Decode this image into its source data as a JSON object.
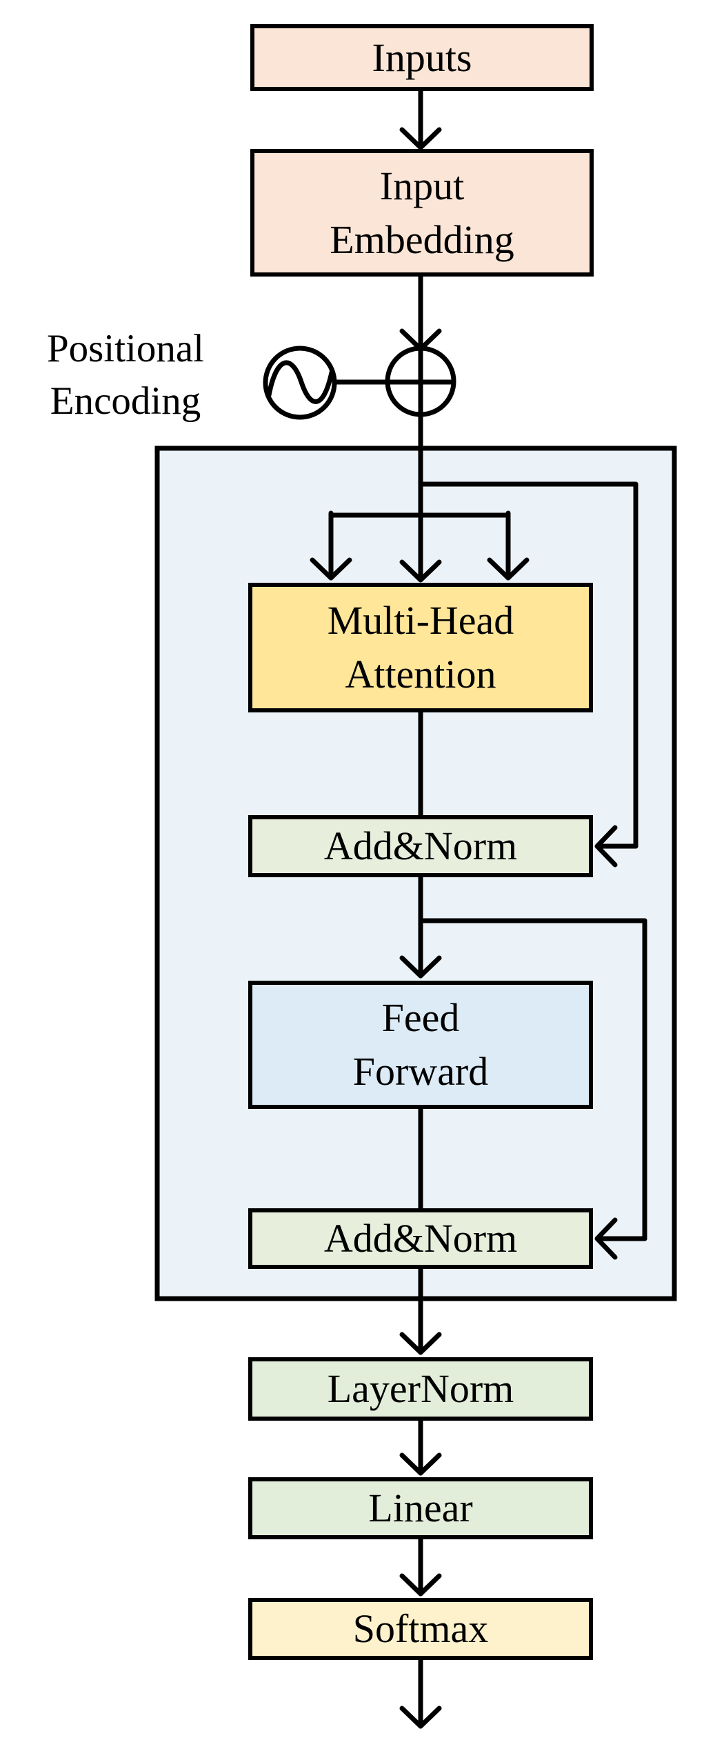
{
  "diagram": {
    "type": "flowchart",
    "side_label": "Positional\nEncoding",
    "boxes": {
      "inputs": {
        "label": "Inputs",
        "fill": "#fbe5d6"
      },
      "input_embedding": {
        "label": "Input\nEmbedding",
        "fill": "#fbe5d6"
      },
      "multi_head_attention": {
        "label": "Multi-Head\nAttention",
        "fill": "#ffe699"
      },
      "add_norm_1": {
        "label": "Add&Norm",
        "fill": "#e7eedc"
      },
      "feed_forward": {
        "label": "Feed\nForward",
        "fill": "#dcebf6"
      },
      "add_norm_2": {
        "label": "Add&Norm",
        "fill": "#e7eedc"
      },
      "layer_norm": {
        "label": "LayerNorm",
        "fill": "#e3eeda"
      },
      "linear": {
        "label": "Linear",
        "fill": "#e3eeda"
      },
      "softmax": {
        "label": "Softmax",
        "fill": "#fdf2cc"
      }
    },
    "encoder_container": {
      "fill": "#ebf3f8",
      "stroke": "#000000"
    },
    "icons": {
      "sine_wave": "sine-wave-source-icon",
      "add": "plus-in-circle-icon"
    },
    "line_color": "#000000",
    "flow": [
      "Inputs -> Input Embedding",
      "Input Embedding + Positional Encoding -> (+)",
      "(+) -> Multi-Head Attention (3 arrows)",
      "residual -> Add&Norm",
      "Add&Norm -> Feed Forward",
      "residual -> Add&Norm",
      "Add&Norm -> LayerNorm -> Linear -> Softmax -> output"
    ]
  }
}
